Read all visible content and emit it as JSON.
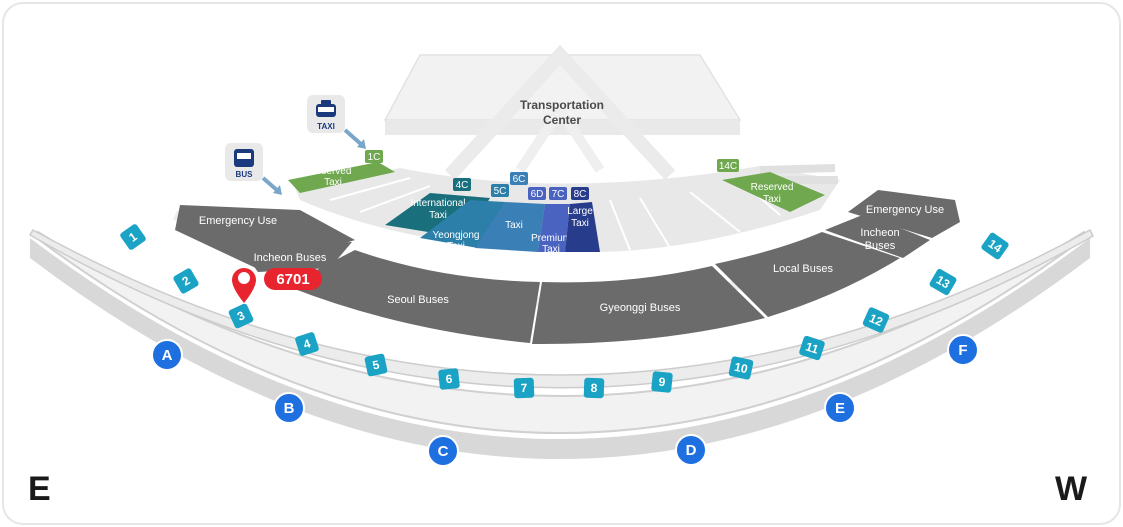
{
  "compass": {
    "east": "E",
    "west": "W"
  },
  "transport_center": {
    "line1": "Transportation",
    "line2": "Center"
  },
  "icons": {
    "taxi": {
      "name": "taxi-icon",
      "label": "TAXI"
    },
    "bus": {
      "name": "bus-icon",
      "label": "BUS"
    }
  },
  "taxi_zones": {
    "reserved_left": {
      "line1": "Reserved",
      "line2": "Taxi",
      "tag": "1C"
    },
    "international": {
      "line1": "International",
      "line2": "Taxi",
      "tag": "4C"
    },
    "yeongjong": {
      "line1": "Yeongjong",
      "line2": "Taxi",
      "tag": "5C"
    },
    "taxi": {
      "label": "Taxi",
      "tag": "6C"
    },
    "premium": {
      "line1": "Premium",
      "line2": "Taxi",
      "tag": "6D"
    },
    "large": {
      "line1": "Large",
      "line2": "Taxi",
      "tag": "7C",
      "tag2": "8C"
    },
    "reserved_right": {
      "line1": "Reserved",
      "line2": "Taxi",
      "tag": "14C"
    }
  },
  "bus_zones": {
    "emergency_left": "Emergency Use",
    "incheon_left": "Incheon Buses",
    "seoul": "Seoul Buses",
    "gyeonggi": "Gyeonggi  Buses",
    "local": "Local Buses",
    "incheon_right": {
      "line1": "Incheon",
      "line2": "Buses"
    },
    "emergency_right": "Emergency Use"
  },
  "marker": {
    "route": "6701",
    "color": "#e8252f"
  },
  "exits": [
    "1",
    "2",
    "3",
    "4",
    "5",
    "6",
    "7",
    "8",
    "9",
    "10",
    "11",
    "12",
    "13",
    "14"
  ],
  "doors": [
    "A",
    "B",
    "C",
    "D",
    "E",
    "F"
  ],
  "colors": {
    "exit_badge": "#1aa3c4",
    "door_badge": "#1e6fe0",
    "reserved_green": "#6fa84e",
    "bus_gray": "#6b6b6b",
    "intl_teal": "#1a6f7d",
    "yeongjong_blue": "#2b7fa8",
    "taxi_blue": "#3a7fb5",
    "premium_blue": "#4a62c0",
    "large_navy": "#283c8c"
  }
}
